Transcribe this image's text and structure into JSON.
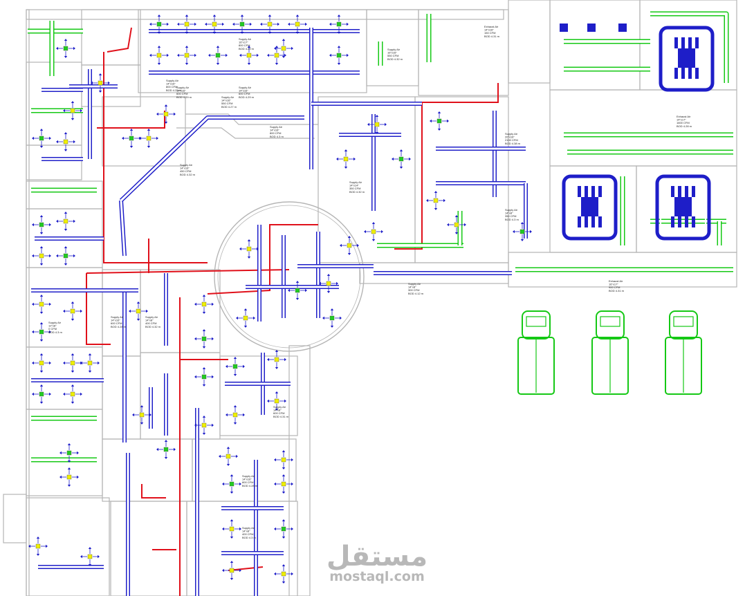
{
  "drawing": {
    "colors": {
      "wall": "#b5b5b5",
      "supply_duct": "#1e1ec8",
      "exhaust_duct": "#14c814",
      "pipe_red": "#e0101a",
      "diffuser_yellow": "#f0f000",
      "diffuser_green": "#22cc22",
      "arrow_blue": "#1e1ec8",
      "watermark": "#b8b8b8",
      "background": "#ffffff"
    },
    "labels": [
      {
        "id": "l1",
        "lines": [
          "Supply Air",
          "14\"x16\"",
          "800 CFM",
          "BOD 4.29 m"
        ]
      },
      {
        "id": "l2",
        "lines": [
          "Supply Air",
          "16\"x17\"",
          "800 CFM",
          "BOD 4.29 m"
        ]
      },
      {
        "id": "l3",
        "lines": [
          "Supply Air",
          "14\"x16\"",
          "600 CFM",
          "BOD 4.29 m"
        ]
      },
      {
        "id": "l4",
        "lines": [
          "Supply Air",
          "14\"x16\"",
          "600 CFM",
          "BOD 4.29 m"
        ]
      },
      {
        "id": "l5",
        "lines": [
          "Supply Air",
          "14\"x16\"",
          "550 CFM",
          "BOD 4.27 m"
        ]
      },
      {
        "id": "l6",
        "lines": [
          "Supply Air",
          "14\"x16\"",
          "800 CFM",
          "BOD 4.3 m"
        ]
      },
      {
        "id": "l7",
        "lines": [
          "Supply Air",
          "14\"x16\"",
          "450 CFM",
          "BOD 4.32 m"
        ]
      },
      {
        "id": "l8",
        "lines": [
          "Supply Air",
          "16\"x16\"",
          "550 CFM",
          "BOD 4.32 m"
        ]
      },
      {
        "id": "l9",
        "lines": [
          "Exhaust Air",
          "14\"x16\"",
          "150 CFM",
          "BOD 4.31 m"
        ]
      },
      {
        "id": "l10",
        "lines": [
          "Supply Air",
          "14\"x14\"",
          "350 CFM",
          "BOD 4.32 m"
        ]
      },
      {
        "id": "l11",
        "lines": [
          "Supply Air",
          "20\"x16\"",
          "2100 CFM",
          "BOD 4.38 m"
        ]
      },
      {
        "id": "l12",
        "lines": [
          "Supply Air",
          "14\"x8\"",
          "350 CFM",
          "BOD 4.3 m"
        ]
      },
      {
        "id": "l13",
        "lines": [
          "Exhaust Air",
          "14\"x17\"",
          "1600 CFM",
          "BOD 4.28 m"
        ]
      },
      {
        "id": "l14",
        "lines": [
          "Supply Air",
          "14\"x8\"",
          "300 CFM",
          "BOD 4.12 m"
        ]
      },
      {
        "id": "l15",
        "lines": [
          "Exhaust Air",
          "16\"x17\"",
          "900 CFM",
          "BOD 4.31 m"
        ]
      },
      {
        "id": "l16",
        "lines": [
          "Supply Air",
          "12\"x8\"",
          "0 CFM",
          "BOD 4.3 m"
        ]
      },
      {
        "id": "l17",
        "lines": [
          "Supply Air",
          "14\"x16\"",
          "600 CFM",
          "BOD 4.28 m"
        ]
      },
      {
        "id": "l18",
        "lines": [
          "Supply Air",
          "14\"x8\"",
          "400 CFM",
          "BOD 4.32 m"
        ]
      },
      {
        "id": "l19",
        "lines": [
          "Supply Air",
          "14\"x16\"",
          "800 CFM",
          "BOD 4.28 m"
        ]
      },
      {
        "id": "l20",
        "lines": [
          "Supply Air",
          "14\"x8\"",
          "400 CFM",
          "BOD 4.3 m"
        ]
      },
      {
        "id": "l21",
        "lines": [
          "Supply Air",
          "14\"x8\"",
          "600 CFM",
          "BOD 4.31 m"
        ]
      }
    ],
    "watermark": {
      "arabic": "مستقل",
      "latin": "mostaql.com"
    }
  }
}
